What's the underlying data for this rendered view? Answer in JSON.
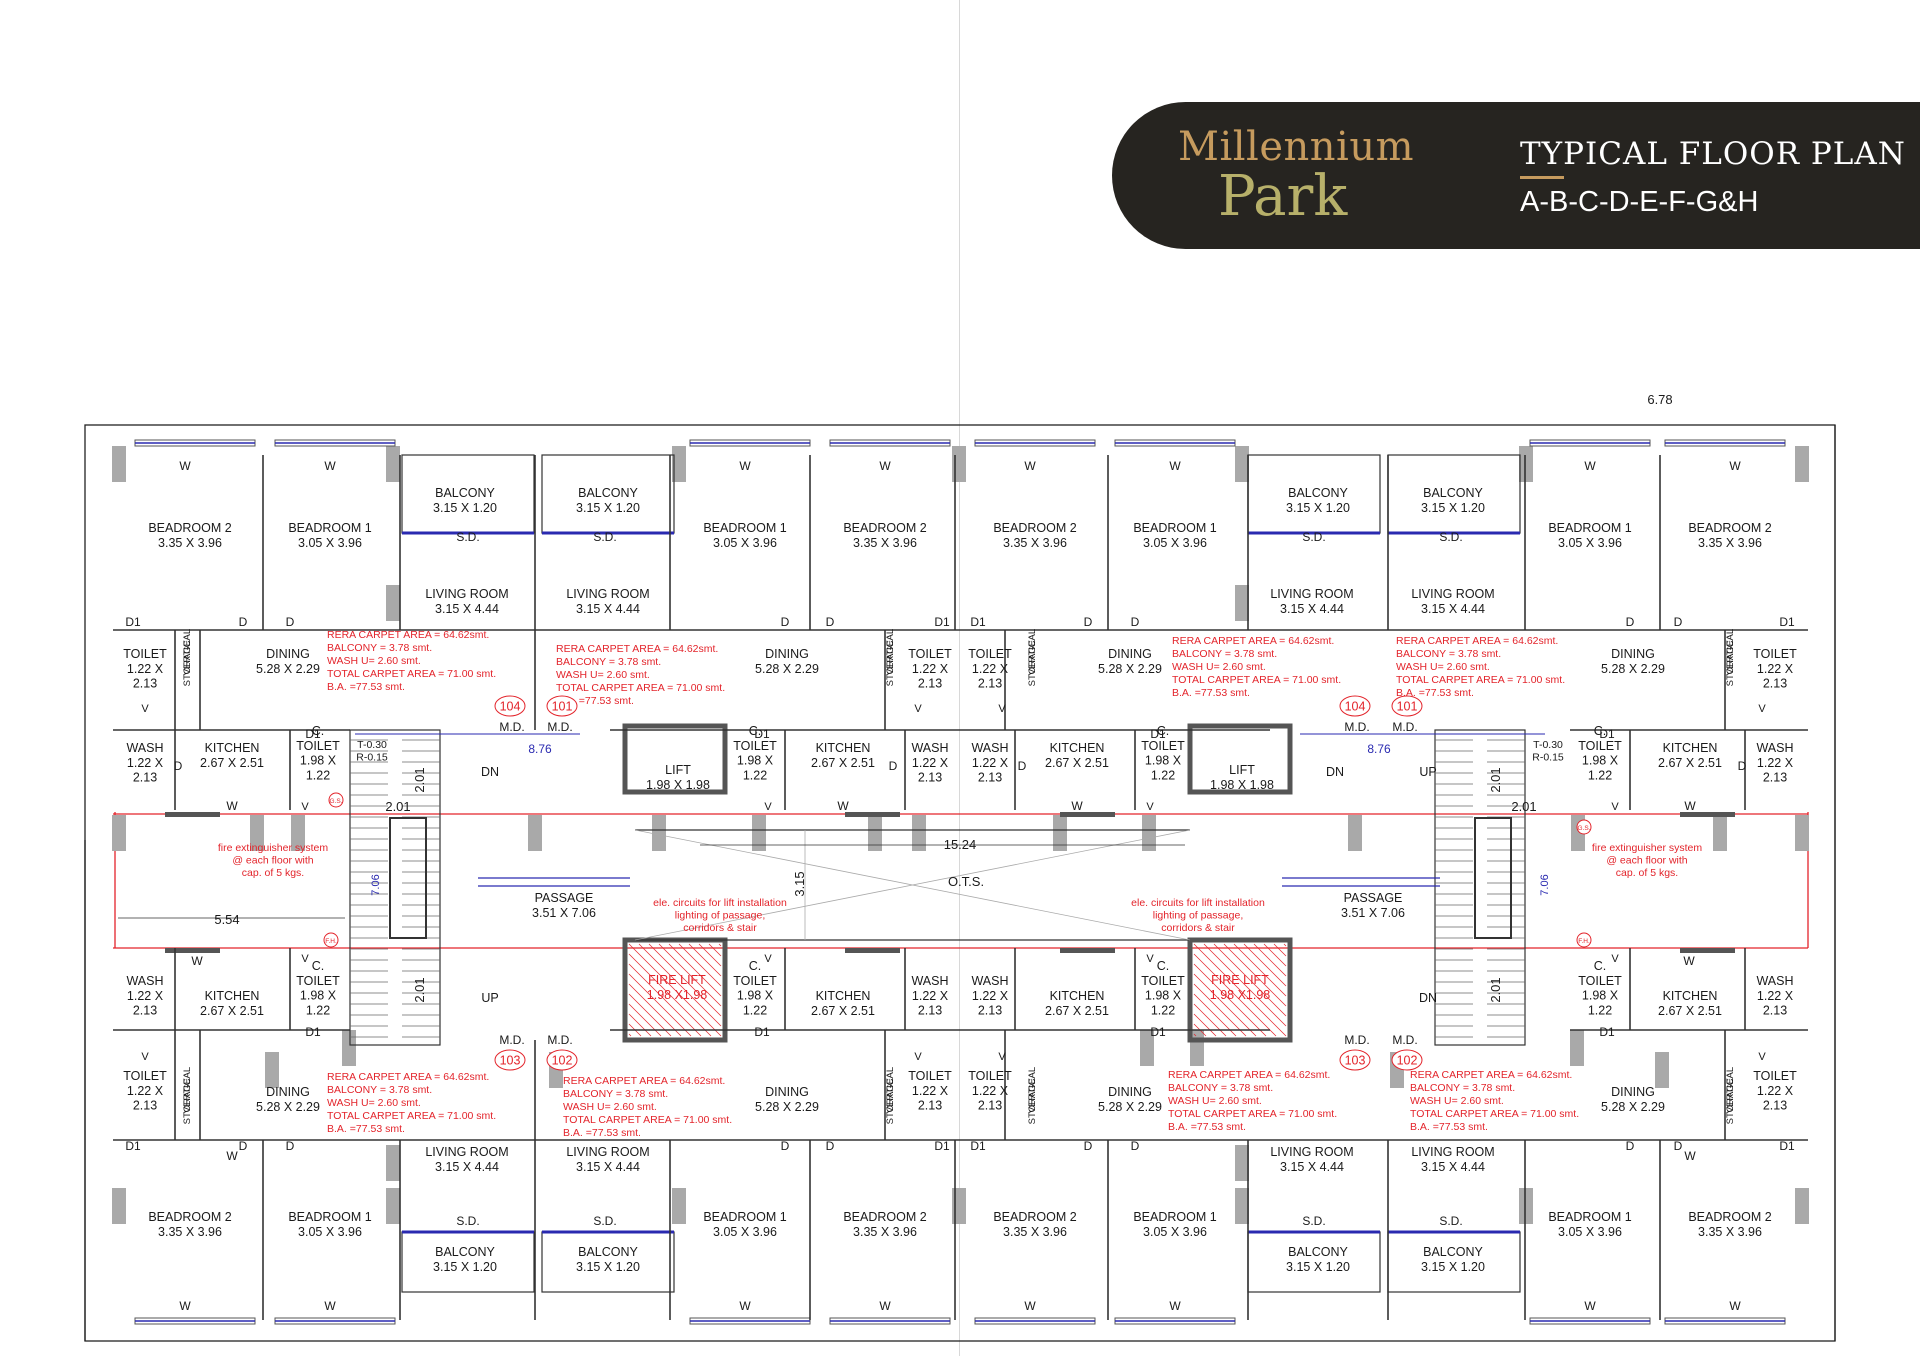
{
  "header": {
    "brand_line1": "Millennium",
    "brand_line2": "Park",
    "title": "TYPICAL FLOOR PLAN",
    "subtitle": "A-B-C-D-E-F-G&H"
  },
  "colors": {
    "banner": "#262420",
    "gold": "#c69b5e",
    "olive": "#b7b06a",
    "red": "#e3242b",
    "blue": "#2a2ab0",
    "wall": "#a9a9a9"
  },
  "dimensions": {
    "total_width": "6.78",
    "left_offset": "5.54",
    "corridor_length": "15.24",
    "ots_depth": "3.15",
    "core_left": "8.76",
    "core_right": "8.76",
    "stair_depth": "2.01",
    "stair_width": "7.06"
  },
  "apartment": {
    "bed2": [
      "BEADROOM 2",
      "3.35 X 3.96"
    ],
    "bed1": [
      "BEADROOM 1",
      "3.05 X 3.96"
    ],
    "balcony": [
      "BALCONY",
      "3.15 X 1.20"
    ],
    "living": [
      "LIVING ROOM",
      "3.15 X 4.44"
    ],
    "dining": [
      "DINING",
      "5.28 X 2.29"
    ],
    "kitchen": [
      "KITCHEN",
      "2.67 X 2.51"
    ],
    "toilet": [
      "TOILET",
      "1.22 X",
      "2.13"
    ],
    "wash": [
      "WASH",
      "1.22 X",
      "2.13"
    ],
    "ctoilet": [
      "C.",
      "TOILET",
      "1.98 X",
      "1.22"
    ],
    "vstorage": [
      "VERTICAL",
      "STORAGE"
    ],
    "area": [
      "RERA CARPET AREA  = 64.62smt.",
      "BALCONY              =  3.78  smt.",
      "WASH                   U=  2.60 smt.",
      "TOTAL CARPET AREA =  71.00 smt.",
      "B.A. =77.53 smt."
    ]
  },
  "units": [
    "104",
    "101",
    "104",
    "101",
    "103",
    "102",
    "103",
    "102"
  ],
  "core": {
    "lift": [
      "LIFT",
      "1.98 X 1.98"
    ],
    "fire_lift": [
      "FIRE LIFT",
      "1.98 X1.98"
    ],
    "passage": [
      "PASSAGE",
      "3.51 X 7.06"
    ],
    "ots": "O.T.S.",
    "up": "UP",
    "dn": "DN",
    "elec_note": [
      "ele. circuits for lift installation",
      "lighting of passage,",
      "corridors & stair"
    ],
    "fire_note": [
      "fire extinguisher system",
      "@ each floor with",
      "cap. of 5 kgs."
    ],
    "t_level": "T-0.30",
    "r_level": "R-0.15",
    "md": "M.D.",
    "sd": "S.D."
  },
  "labels": {
    "w": "W",
    "d": "D",
    "d1": "D1",
    "v": "V",
    "fh": "F.H.",
    "gs": "G.S."
  }
}
